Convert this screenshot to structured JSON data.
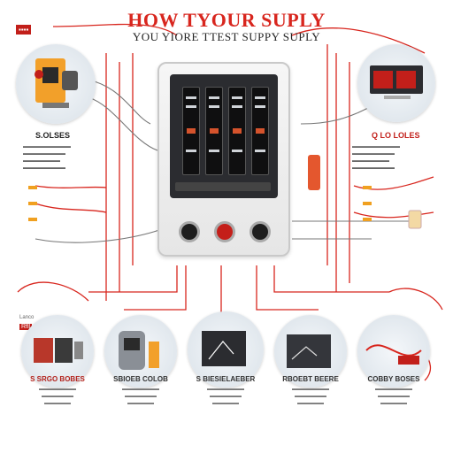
{
  "title": "HOW TYOUR SUPLY",
  "subtitle": "YOU YIORE TTEST SUPPY SUPLY",
  "logo_text": "",
  "left_heading": "S.OLSES",
  "right_heading": "Q LO LOLES",
  "side_tag": "Lanco",
  "side_tag2": "Rfll",
  "captions": [
    "S SRGO BOBES",
    "SBIOEB COLOB",
    "S BIESIELAEBER",
    "RBOEBT BEERE",
    "COBBY BOSES"
  ],
  "colors": {
    "accent": "#d8261e",
    "wire": "#d8261e",
    "panel": "#2b2c30"
  }
}
